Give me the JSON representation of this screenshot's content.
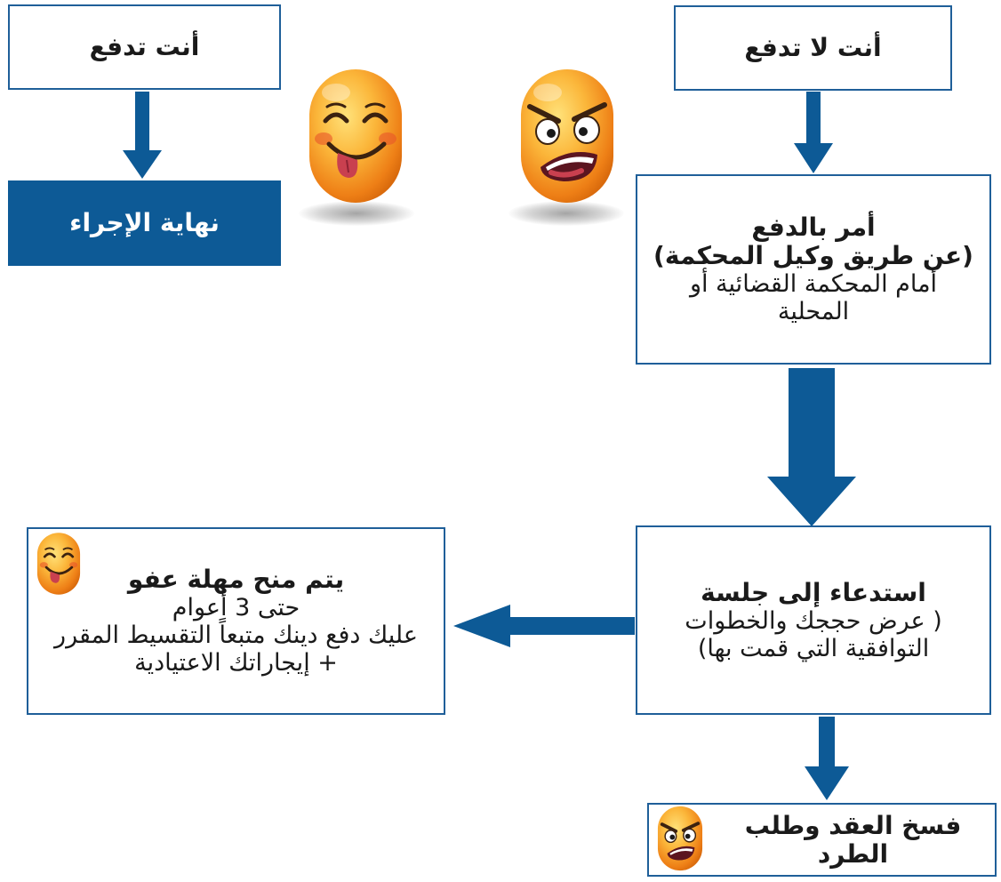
{
  "nodes": {
    "you_pay": {
      "label": "أنت تدفع"
    },
    "you_dont_pay": {
      "label": "أنت لا تدفع"
    },
    "end_procedure": {
      "label": "نهاية الإجراء"
    },
    "payment_order": {
      "title": "أمر بالدفع",
      "subtitle": "(عن طريق وكيل المحكمة)",
      "line1": "أمام المحكمة القضائية أو",
      "line2": "المحلية"
    },
    "summons": {
      "title": "استدعاء إلى جلسة",
      "line1": "( عرض حججك والخطوات",
      "line2": "التوافقية التي قمت بها)"
    },
    "grace_period": {
      "title": "يتم منح مهلة عفو",
      "line1": "حتى 3 أعوام",
      "line2": "عليك دفع دينك متبعاً التقسيط المقرر",
      "line3": "+ إيجاراتك الاعتيادية"
    },
    "termination": {
      "label": "فسخ العقد وطلب الطرد"
    }
  },
  "colors": {
    "arrow": "#0d5a96",
    "box_border": "#1f5f99",
    "box_fill": "#0d5a96",
    "emoji_orange": "#f5a623"
  },
  "icons": {
    "happy": "happy-face-icon",
    "angry": "angry-face-icon"
  }
}
